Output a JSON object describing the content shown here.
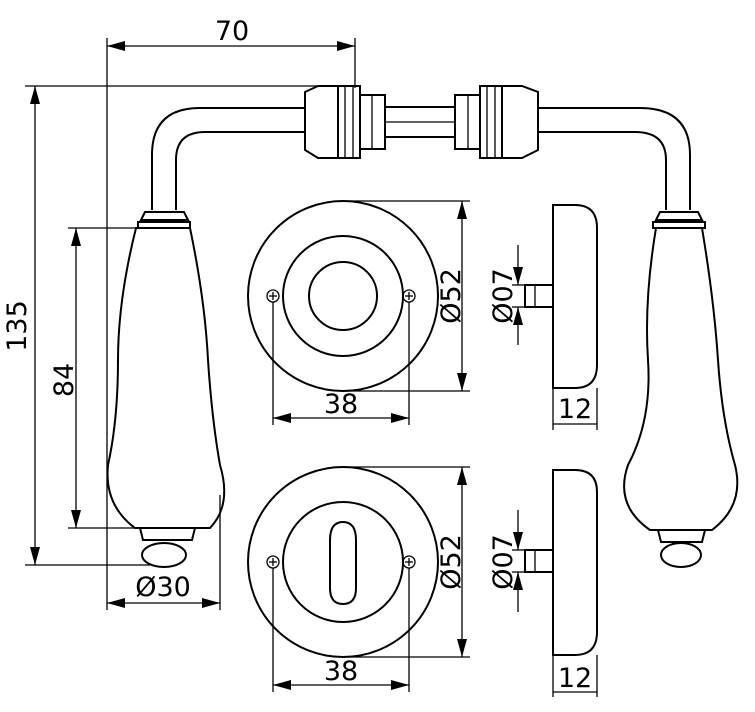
{
  "drawing": {
    "handle": {
      "width_label": "70",
      "height_label": "135",
      "grip_label": "84",
      "knob_dia_label": "Ø30"
    },
    "rose_top": {
      "dia_label": "Ø52",
      "screw_spacing_label": "38",
      "spindle_label": "Ø07",
      "thickness_label": "12"
    },
    "rose_bottom": {
      "dia_label": "Ø52",
      "screw_spacing_label": "38",
      "spindle_label": "Ø07",
      "thickness_label": "12"
    }
  }
}
